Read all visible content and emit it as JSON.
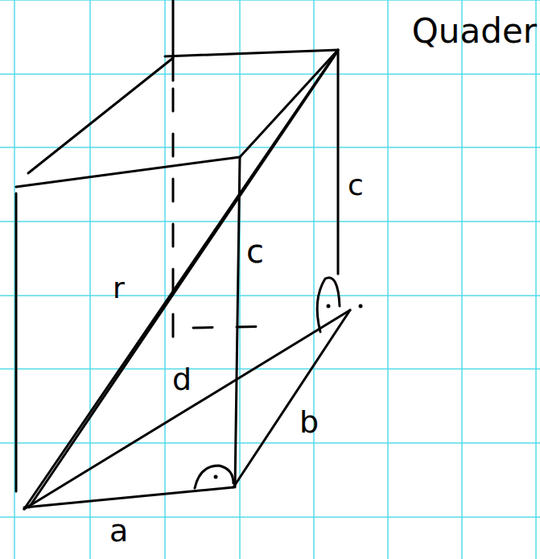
{
  "diagram": {
    "labels": [
      "Quader",
      "c",
      "c",
      "r",
      "d",
      "b",
      "a"
    ]
  }
}
